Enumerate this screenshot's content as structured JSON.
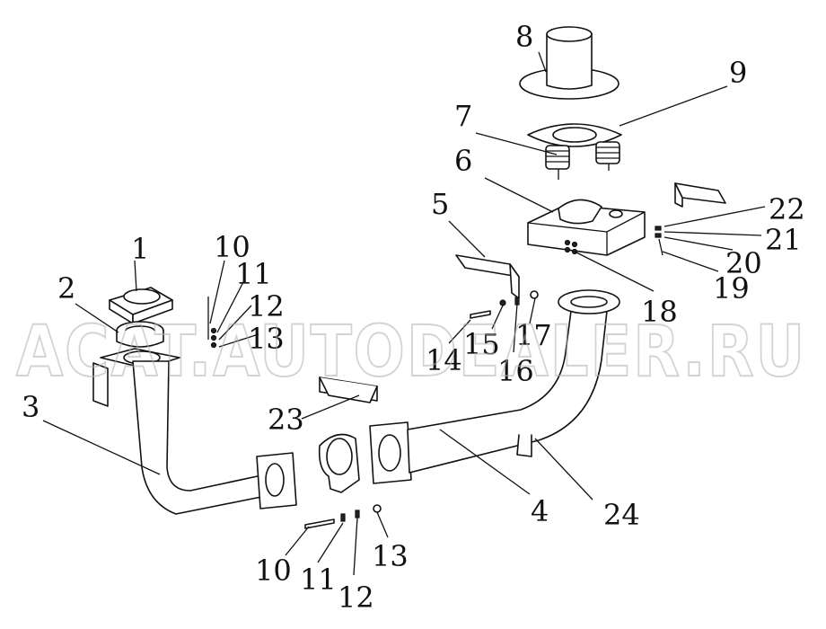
{
  "watermark": "ACAT.AUTODEALER.RU",
  "callouts": {
    "c1": "1",
    "c2": "2",
    "c3": "3",
    "c4": "4",
    "c5": "5",
    "c6": "6",
    "c7": "7",
    "c8": "8",
    "c9": "9",
    "c10a": "10",
    "c11a": "11",
    "c12a": "12",
    "c13a": "13",
    "c10b": "10",
    "c11b": "11",
    "c12b": "12",
    "c13b": "13",
    "c14": "14",
    "c15": "15",
    "c16": "16",
    "c17": "17",
    "c18": "18",
    "c19": "19",
    "c20": "20",
    "c21": "21",
    "c22": "22",
    "c23": "23",
    "c24": "24"
  }
}
